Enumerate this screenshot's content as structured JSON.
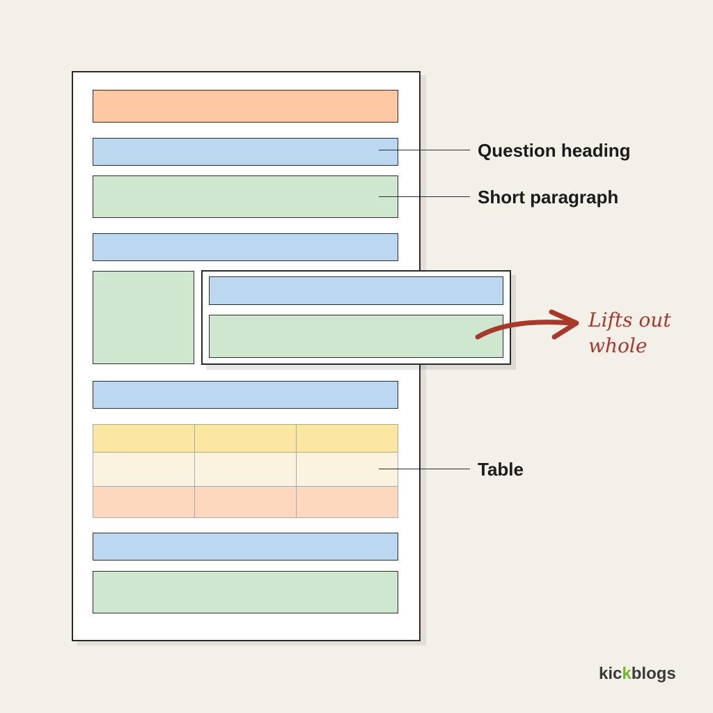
{
  "callouts": {
    "question_heading": "Question heading",
    "short_paragraph": "Short paragraph",
    "table": "Table"
  },
  "lift_note": {
    "line1": "Lifts out",
    "line2": "whole"
  },
  "brand": {
    "part1": "kic",
    "part2": "k",
    "part3": "blogs"
  },
  "colors": {
    "background": "#f3f0e9",
    "title_block": "#fdc8a2",
    "heading_block": "#bcd8f0",
    "paragraph_block": "#cfe6cf",
    "table_header": "#fbe7a1",
    "table_row": "#fbf2e0",
    "table_row_alt": "#fdd8bf",
    "arrow": "#a8392a",
    "brand_accent": "#72b82a"
  }
}
